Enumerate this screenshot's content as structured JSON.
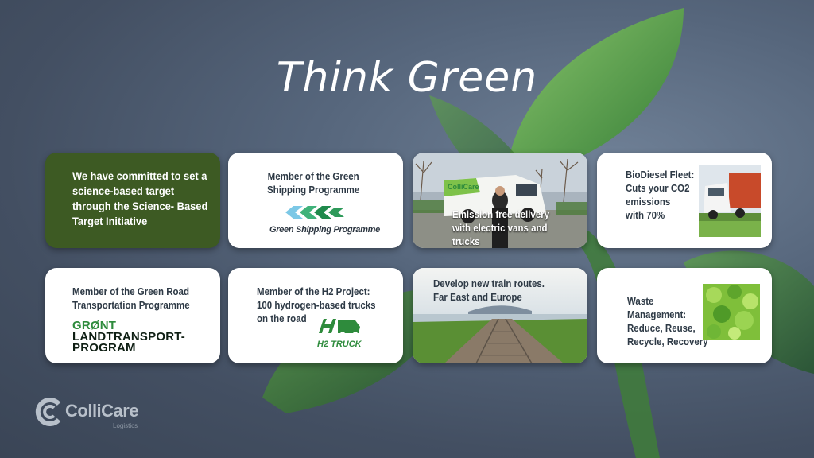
{
  "title": "Think Green",
  "cards": {
    "sbt": {
      "text": "We have committed to set a\nscience-based target\nthrough the Science- Based\nTarget Initiative"
    },
    "gsp": {
      "text": "Member of the Green\nShipping Programme",
      "logo_text": "Green Shipping Programme"
    },
    "ev": {
      "text": "Emission free delivery\nwith electric vans and trucks",
      "van_label": "ColliCare"
    },
    "biodiesel": {
      "text": "BioDiesel Fleet:\nCuts your CO2\nemissions\nwith 70%"
    },
    "road": {
      "text": "Member of the Green Road\nTransportation Programme",
      "logo_lines": [
        "GRØNT",
        "LANDTRANSPORT-",
        "PROGRAM"
      ]
    },
    "h2": {
      "text": "Member of the H2 Project:\n100 hydrogen-based trucks\non the road",
      "logo_text": "H2 TRUCK"
    },
    "train": {
      "text": "Develop new train routes.\nFar East and Europe"
    },
    "waste": {
      "text": "Waste\nManagement:\nReduce, Reuse,\nRecycle, Recovery"
    }
  },
  "logo": {
    "name": "ColliCare",
    "sub": "Logistics"
  },
  "colors": {
    "dark_green": "#3d5a23",
    "accent_green": "#2e8b3c",
    "card_white": "#ffffff"
  }
}
